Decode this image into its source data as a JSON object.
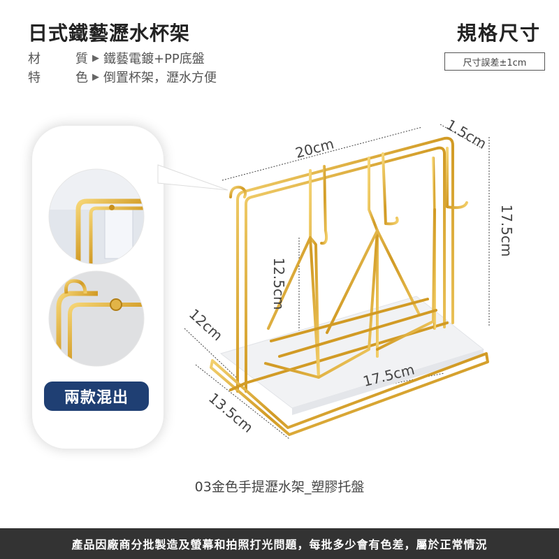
{
  "title": "日式鐵藝瀝水杯架",
  "spec_title": "規格尺寸",
  "tolerance": "尺寸誤差±1cm",
  "specs": [
    {
      "label_a": "材",
      "label_b": "質",
      "value": "鐵藝電鍍+PP底盤"
    },
    {
      "label_a": "特",
      "label_b": "色",
      "value": "倒置杯架，瀝水方便"
    }
  ],
  "badge": "兩款混出",
  "dimensions": {
    "width_top": "20cm",
    "depth_top": "1.5cm",
    "height": "17.5cm",
    "inner_height": "12.5cm",
    "depth_side": "12cm",
    "base_length": "17.5cm",
    "base_depth": "13.5cm"
  },
  "caption": "03金色手提瀝水架_塑膠托盤",
  "footer": "產品因廠商分批製造及螢幕和拍照打光問題，每批多少會有色差，屬於正常情況",
  "colors": {
    "gold": "#d4a531",
    "badge_bg": "#1f3f73",
    "footer_bg": "#333333"
  }
}
